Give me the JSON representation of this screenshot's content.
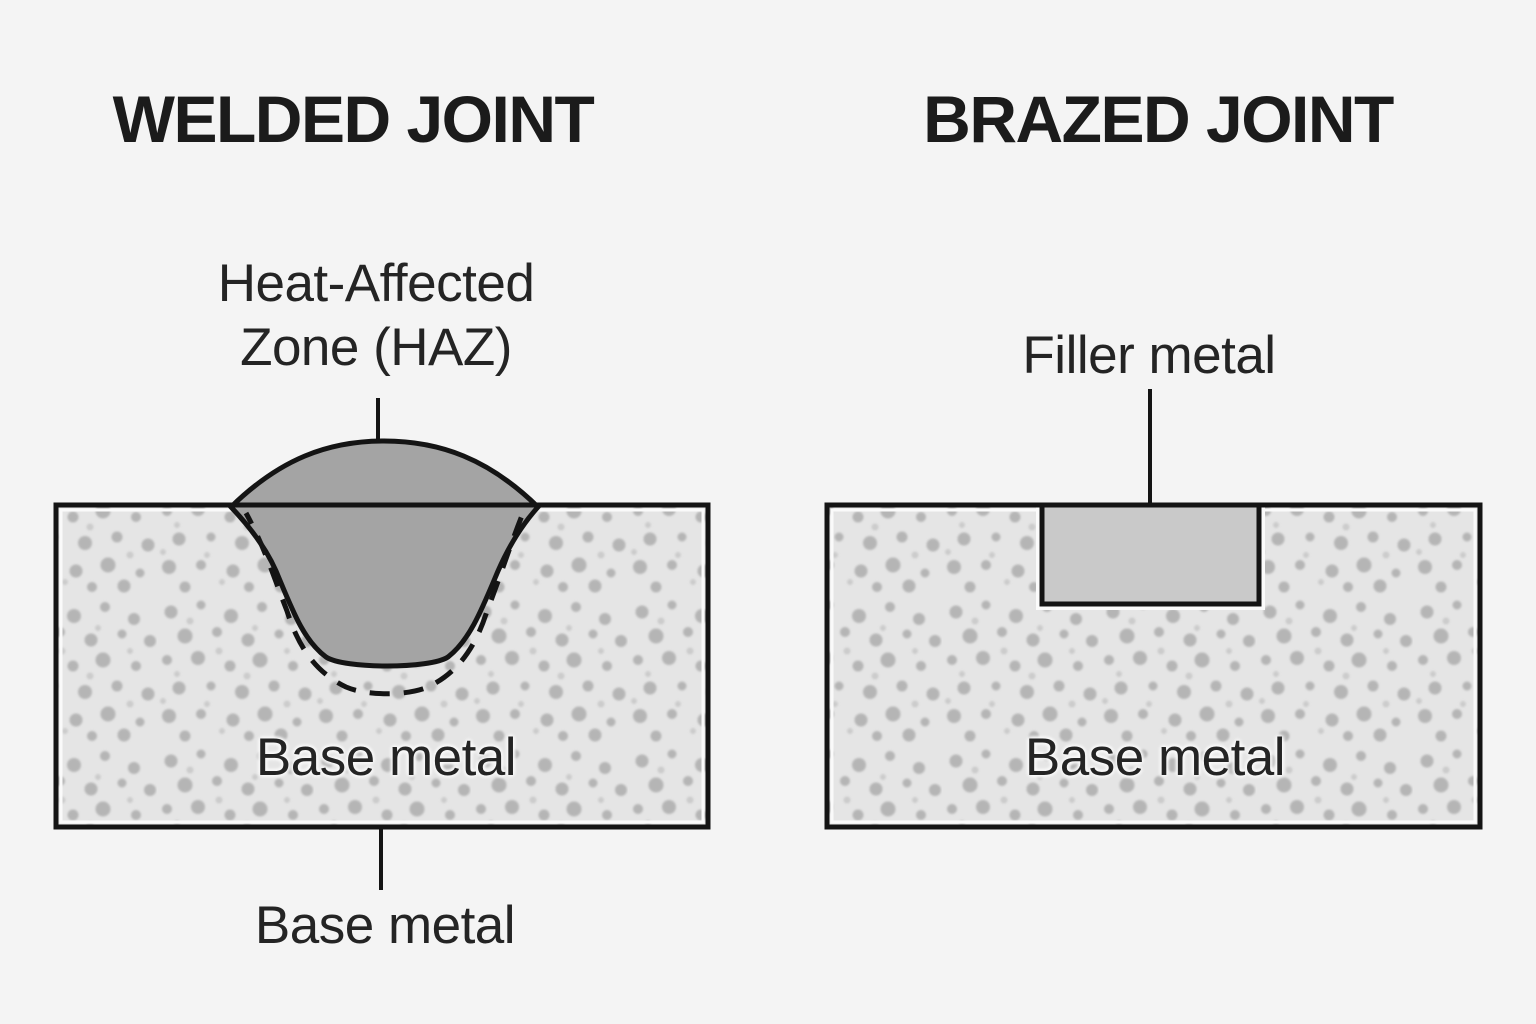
{
  "left_panel": {
    "title": "WELDED JOINT",
    "haz_label_line1": "Heat-Affected",
    "haz_label_line2": "Zone (HAZ)",
    "base_metal_inner_label": "Base metal",
    "base_metal_bottom_label": "Base metal"
  },
  "right_panel": {
    "title": "BRAZED JOINT",
    "filler_label": "Filler metal",
    "base_metal_inner_label": "Base metal"
  },
  "colors": {
    "background": "#f4f4f4",
    "title_text": "#1b1b1b",
    "label_text": "#242424",
    "outline": "#141414",
    "base_metal_fill": "#e5e5e5",
    "base_metal_speckle": "#a9a9a9",
    "weld_metal_fill": "#a4a4a4",
    "filler_metal_fill": "#c9c9c9",
    "filler_halo": "#fbfbfb",
    "inner_margin": "#fafafa"
  }
}
